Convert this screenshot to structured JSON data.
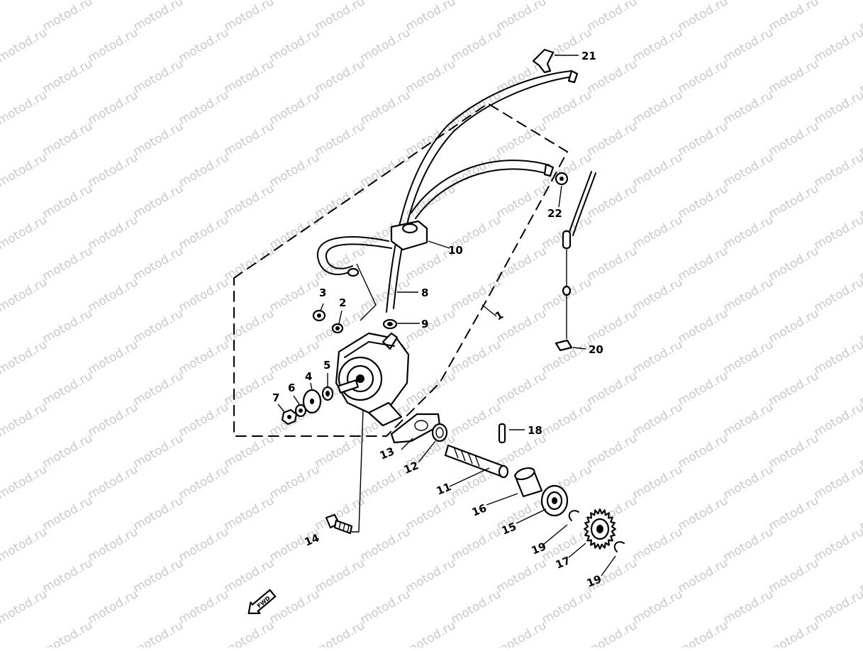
{
  "watermark": {
    "text": "motod.ru"
  },
  "callouts": {
    "c1": "1",
    "c2": "2",
    "c3": "3",
    "c4": "4",
    "c5": "5",
    "c6": "6",
    "c7": "7",
    "c8": "8",
    "c9": "9",
    "c10": "10",
    "c11": "11",
    "c12": "12",
    "c13": "13",
    "c14": "14",
    "c15": "15",
    "c16": "16",
    "c17": "17",
    "c18": "18",
    "c19a": "19",
    "c19b": "19",
    "c20": "20",
    "c21": "21",
    "c22": "22"
  },
  "fwd_marker": {
    "text": "FWD"
  }
}
